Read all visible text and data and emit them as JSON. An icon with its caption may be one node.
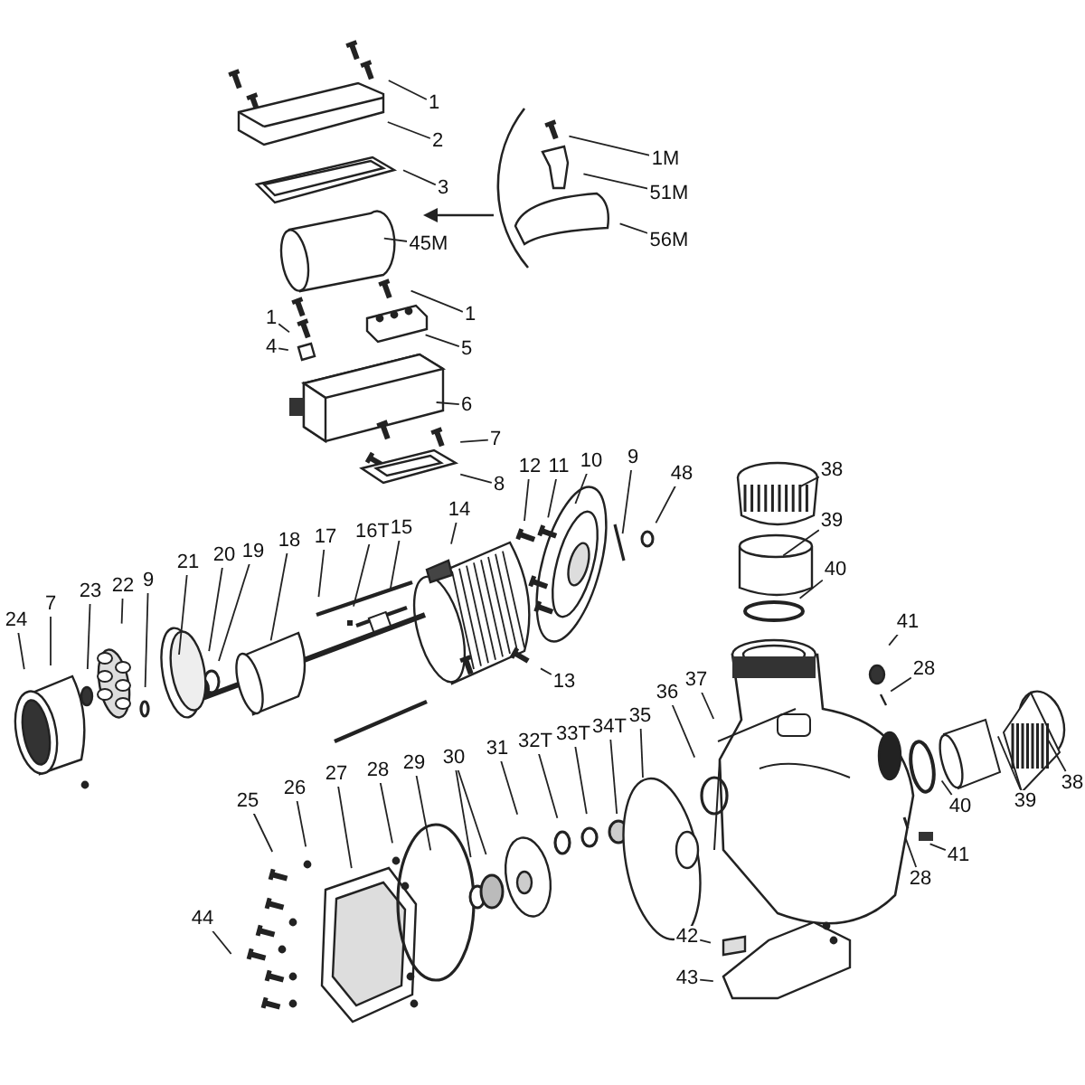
{
  "diagram": {
    "nodes": [
      {
        "text": [
          "1"
        ]
      },
      {
        "text": [
          "2"
        ]
      },
      {
        "text": [
          "3"
        ]
      },
      {
        "text": [
          "1M"
        ]
      },
      {
        "text": [
          "51M"
        ]
      },
      {
        "text": [
          "56M"
        ]
      },
      {
        "text": [
          "45M"
        ]
      },
      {
        "text": [
          "1"
        ]
      },
      {
        "text": [
          "1"
        ]
      },
      {
        "text": [
          "4"
        ]
      },
      {
        "text": [
          "5"
        ]
      },
      {
        "text": [
          "6"
        ]
      },
      {
        "text": [
          "7"
        ]
      },
      {
        "text": [
          "8"
        ]
      },
      {
        "text": [
          "12"
        ]
      },
      {
        "text": [
          "11"
        ]
      },
      {
        "text": [
          "10"
        ]
      },
      {
        "text": [
          "9"
        ]
      },
      {
        "text": [
          "48"
        ]
      },
      {
        "text": [
          "38"
        ]
      },
      {
        "text": [
          "39"
        ]
      },
      {
        "text": [
          "40"
        ]
      },
      {
        "text": [
          "14"
        ]
      },
      {
        "text": [
          "17"
        ]
      },
      {
        "text": [
          "16T"
        ]
      },
      {
        "text": [
          "15"
        ]
      },
      {
        "text": [
          "18"
        ]
      },
      {
        "text": [
          "19"
        ]
      },
      {
        "text": [
          "20"
        ]
      },
      {
        "text": [
          "21"
        ]
      },
      {
        "text": [
          "9"
        ]
      },
      {
        "text": [
          "22"
        ]
      },
      {
        "text": [
          "23"
        ]
      },
      {
        "text": [
          "7"
        ]
      },
      {
        "text": [
          "24"
        ]
      },
      {
        "text": [
          "13"
        ]
      },
      {
        "text": [
          "41"
        ]
      },
      {
        "text": [
          "28"
        ]
      },
      {
        "text": [
          "37"
        ]
      },
      {
        "text": [
          "36"
        ]
      },
      {
        "text": [
          "35"
        ]
      },
      {
        "text": [
          "34T"
        ]
      },
      {
        "text": [
          "33T"
        ]
      },
      {
        "text": [
          "32T"
        ]
      },
      {
        "text": [
          "31"
        ]
      },
      {
        "text": [
          "30"
        ]
      },
      {
        "text": [
          "29"
        ]
      },
      {
        "text": [
          "28"
        ]
      },
      {
        "text": [
          "27"
        ]
      },
      {
        "text": [
          "26"
        ]
      },
      {
        "text": [
          "25"
        ]
      },
      {
        "text": [
          "44"
        ]
      },
      {
        "text": [
          "42"
        ]
      },
      {
        "text": [
          "43"
        ]
      },
      {
        "text": [
          "40"
        ]
      },
      {
        "text": [
          "41"
        ]
      },
      {
        "text": [
          "39"
        ]
      },
      {
        "text": [
          "38"
        ]
      },
      {
        "text": [
          "28"
        ]
      }
    ],
    "edges": [
      {
        "from": 0,
        "to": null,
        "arrow": "none"
      },
      {
        "from": 1,
        "to": null,
        "arrow": "none"
      },
      {
        "from": 2,
        "to": null,
        "arrow": "none"
      },
      {
        "from": 3,
        "to": null,
        "arrow": "none"
      },
      {
        "from": 4,
        "to": null,
        "arrow": "none"
      },
      {
        "from": 5,
        "to": null,
        "arrow": "none"
      },
      {
        "from": 6,
        "to": null,
        "arrow": "none"
      },
      {
        "from": 7,
        "to": null,
        "arrow": "none"
      },
      {
        "from": 8,
        "to": null,
        "arrow": "none"
      },
      {
        "from": 9,
        "to": null,
        "arrow": "none"
      },
      {
        "from": 10,
        "to": null,
        "arrow": "none"
      },
      {
        "from": 11,
        "to": null,
        "arrow": "none"
      },
      {
        "from": 12,
        "to": null,
        "arrow": "none"
      },
      {
        "from": 13,
        "to": null,
        "arrow": "none"
      },
      {
        "from": 14,
        "to": null,
        "arrow": "none"
      },
      {
        "from": 15,
        "to": null,
        "arrow": "none"
      },
      {
        "from": 16,
        "to": null,
        "arrow": "none"
      },
      {
        "from": 17,
        "to": null,
        "arrow": "none"
      },
      {
        "from": 18,
        "to": null,
        "arrow": "none"
      },
      {
        "from": 19,
        "to": null,
        "arrow": "none"
      },
      {
        "from": 20,
        "to": null,
        "arrow": "none"
      },
      {
        "from": 21,
        "to": null,
        "arrow": "none"
      },
      {
        "from": 22,
        "to": null,
        "arrow": "none"
      },
      {
        "from": 23,
        "to": null,
        "arrow": "none"
      },
      {
        "from": 24,
        "to": null,
        "arrow": "none"
      },
      {
        "from": 25,
        "to": null,
        "arrow": "none"
      },
      {
        "from": 26,
        "to": null,
        "arrow": "none"
      },
      {
        "from": 27,
        "to": null,
        "arrow": "none"
      },
      {
        "from": 28,
        "to": null,
        "arrow": "none"
      },
      {
        "from": 29,
        "to": null,
        "arrow": "none"
      },
      {
        "from": 30,
        "to": null,
        "arrow": "none"
      },
      {
        "from": 31,
        "to": null,
        "arrow": "none"
      },
      {
        "from": 32,
        "to": null,
        "arrow": "none"
      },
      {
        "from": 33,
        "to": null,
        "arrow": "none"
      },
      {
        "from": 34,
        "to": null,
        "arrow": "none"
      },
      {
        "from": 35,
        "to": null,
        "arrow": "none"
      },
      {
        "from": 36,
        "to": null,
        "arrow": "none"
      },
      {
        "from": 37,
        "to": null,
        "arrow": "none"
      },
      {
        "from": 38,
        "to": null,
        "arrow": "none"
      },
      {
        "from": 39,
        "to": null,
        "arrow": "none"
      },
      {
        "from": 40,
        "to": null,
        "arrow": "none"
      },
      {
        "from": 41,
        "to": null,
        "arrow": "none"
      },
      {
        "from": 42,
        "to": null,
        "arrow": "none"
      },
      {
        "from": 43,
        "to": null,
        "arrow": "none"
      },
      {
        "from": 44,
        "to": null,
        "arrow": "none"
      },
      {
        "from": 45,
        "to": null,
        "arrow": "none"
      },
      {
        "from": 45,
        "to": null,
        "arrow": "none"
      },
      {
        "from": 46,
        "to": null,
        "arrow": "none"
      },
      {
        "from": 47,
        "to": null,
        "arrow": "none"
      },
      {
        "from": 48,
        "to": null,
        "arrow": "none"
      },
      {
        "from": 49,
        "to": null,
        "arrow": "none"
      },
      {
        "from": 50,
        "to": null,
        "arrow": "none"
      },
      {
        "from": 51,
        "to": null,
        "arrow": "none"
      },
      {
        "from": 52,
        "to": null,
        "arrow": "none"
      },
      {
        "from": 53,
        "to": null,
        "arrow": "none"
      },
      {
        "from": 54,
        "to": null,
        "arrow": "none"
      },
      {
        "from": 55,
        "to": null,
        "arrow": "none"
      },
      {
        "from": 56,
        "to": null,
        "arrow": "none"
      },
      {
        "from": 57,
        "to": null,
        "arrow": "none"
      },
      {
        "from": 58,
        "to": null,
        "arrow": "none"
      }
    ]
  }
}
